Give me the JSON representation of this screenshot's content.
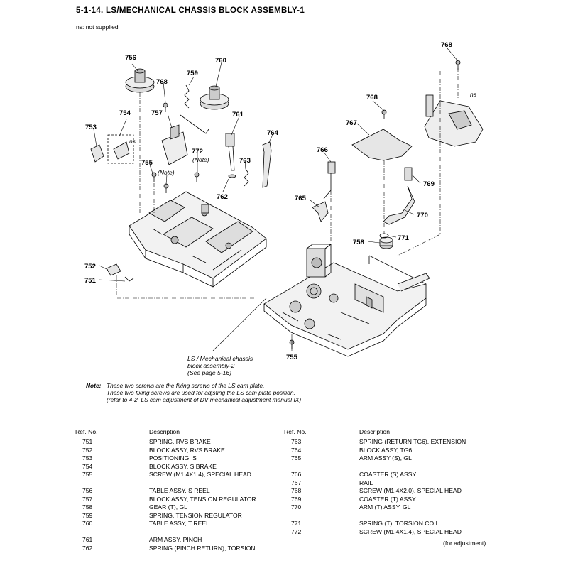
{
  "header": {
    "title": "5-1-14. LS/MECHANICAL CHASSIS BLOCK ASSEMBLY-1",
    "ns_note": "ns: not supplied"
  },
  "diagram": {
    "callouts": [
      "756",
      "768",
      "759",
      "760",
      "754",
      "753",
      "757",
      "761",
      "764",
      "772",
      "755",
      "763",
      "762",
      "752",
      "751",
      "768",
      "768",
      "767",
      "766",
      "769",
      "765",
      "770",
      "758",
      "771",
      "755"
    ],
    "note_labels": [
      "(Note)",
      "(Note)"
    ],
    "ns_labels": [
      "ns",
      "ns"
    ],
    "chassis_ref": [
      "LS / Mechanical chassis",
      "block assembly-2",
      "(See page 5-16)"
    ]
  },
  "note": {
    "head": "Note:",
    "lines": [
      "These two screws are the fixing screws of the LS cam plate.",
      "These two fixing screws are used for adjsting the LS cam plate position.",
      "(refar to 4-2. LS cam adjustment of DV mechanical adjustment manual IX)"
    ]
  },
  "parts_table": {
    "ref_header": "Ref. No.",
    "desc_header": "Description",
    "left": [
      {
        "ref": "751",
        "desc": "SPRING, RVS BRAKE"
      },
      {
        "ref": "752",
        "desc": "BLOCK ASSY, RVS BRAKE"
      },
      {
        "ref": "753",
        "desc": "POSITIONING, S"
      },
      {
        "ref": "754",
        "desc": "BLOCK ASSY, S BRAKE"
      },
      {
        "ref": "755",
        "desc": "SCREW (M1.4X1.4), SPECIAL HEAD"
      },
      {
        "ref": "",
        "desc": ""
      },
      {
        "ref": "756",
        "desc": "TABLE ASSY, S REEL"
      },
      {
        "ref": "757",
        "desc": "BLOCK ASSY, TENSION REGULATOR"
      },
      {
        "ref": "758",
        "desc": "GEAR (T), GL"
      },
      {
        "ref": "759",
        "desc": "SPRING, TENSION REGULATOR"
      },
      {
        "ref": "760",
        "desc": "TABLE ASSY, T REEL"
      },
      {
        "ref": "",
        "desc": ""
      },
      {
        "ref": "761",
        "desc": "ARM ASSY, PINCH"
      },
      {
        "ref": "762",
        "desc": "SPRING (PINCH RETURN), TORSION"
      }
    ],
    "right": [
      {
        "ref": "763",
        "desc": "SPRING (RETURN TG6), EXTENSION"
      },
      {
        "ref": "764",
        "desc": "BLOCK ASSY, TG6"
      },
      {
        "ref": "765",
        "desc": "ARM ASSY (S), GL"
      },
      {
        "ref": "",
        "desc": ""
      },
      {
        "ref": "766",
        "desc": "COASTER (S) ASSY"
      },
      {
        "ref": "767",
        "desc": "RAIL"
      },
      {
        "ref": "768",
        "desc": "SCREW (M1.4X2.0), SPECIAL HEAD"
      },
      {
        "ref": "769",
        "desc": "COASTER (T) ASSY"
      },
      {
        "ref": "770",
        "desc": "ARM (T) ASSY, GL"
      },
      {
        "ref": "",
        "desc": ""
      },
      {
        "ref": "771",
        "desc": "SPRING (T), TORSION COIL"
      },
      {
        "ref": "772",
        "desc": "SCREW (M1.4X1.4), SPECIAL HEAD"
      }
    ],
    "adjustment_note": "(for adjustment)"
  }
}
